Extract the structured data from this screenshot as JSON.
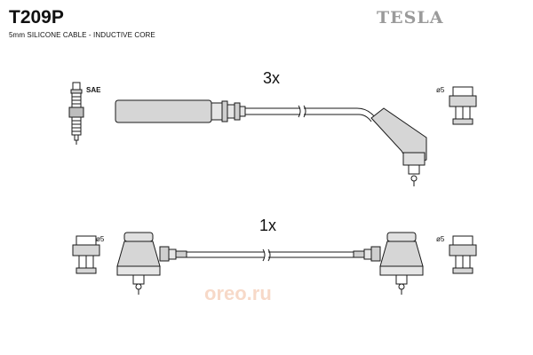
{
  "header": {
    "part_number": "T209P",
    "subtitle": "5mm SILICONE CABLE - INDUCTIVE CORE",
    "brand": "TESLA"
  },
  "diagram": {
    "top_quantity": "3x",
    "bottom_quantity": "1x",
    "plug_label": "SAE",
    "diameter_labels": [
      "ø5",
      "ø5",
      "ø5"
    ]
  },
  "watermark": {
    "text": "oreo.ru",
    "color": "#e06a2a"
  },
  "colors": {
    "line": "#1a1a1a",
    "boot_fill": "#d6d6d6",
    "brand_gray": "#9a9a9a"
  }
}
